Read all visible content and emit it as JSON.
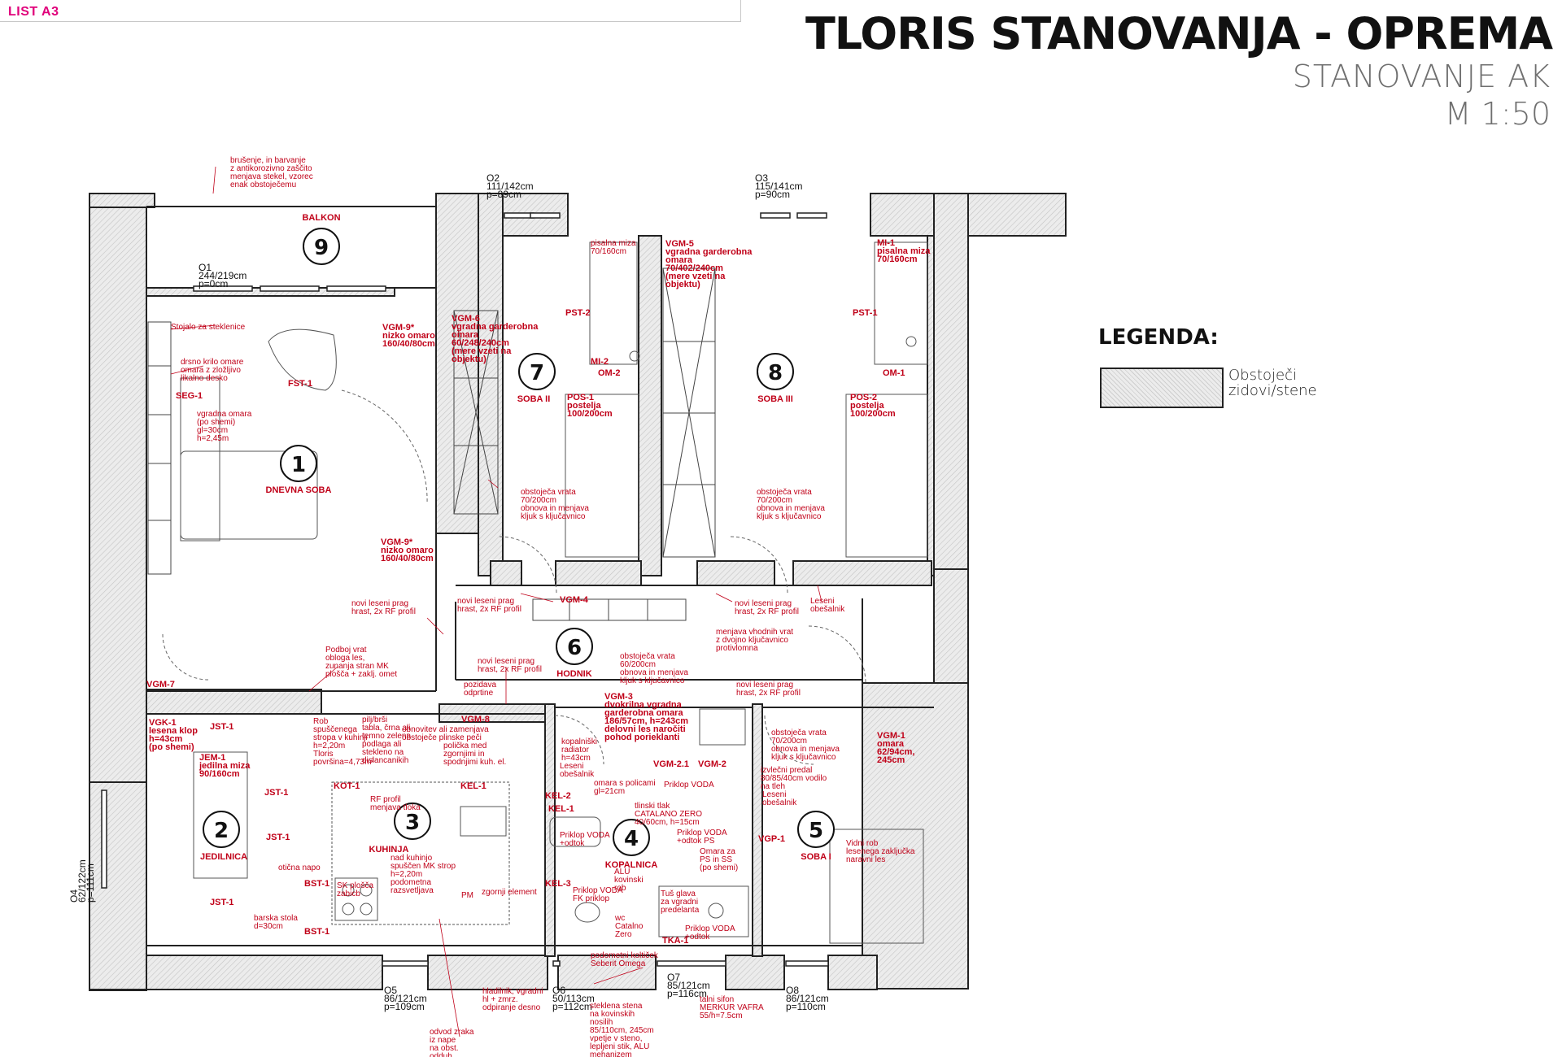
{
  "sheet": {
    "tag": "LIST A3",
    "title": "TLORIS STANOVANJA - OPREMA",
    "subtitle": "STANOVANJE AK",
    "scale": "M 1:50"
  },
  "legend": {
    "title": "LEGENDA:",
    "items": [
      {
        "label": "Obstoječi zidovi/stene"
      }
    ]
  },
  "rooms": [
    {
      "number": "9",
      "name": "BALKON"
    },
    {
      "number": "1",
      "name": "DNEVNA SOBA"
    },
    {
      "number": "7",
      "name": "SOBA II"
    },
    {
      "number": "8",
      "name": "SOBA III"
    },
    {
      "number": "6",
      "name": "HODNIK"
    },
    {
      "number": "2",
      "name": "JEDILNICA"
    },
    {
      "number": "3",
      "name": "KUHINJA"
    },
    {
      "number": "4",
      "name": "KOPALNICA"
    },
    {
      "number": "5",
      "name": "SOBA I"
    }
  ],
  "windows": [
    {
      "id": "O1",
      "lines": [
        "O1",
        "244/219cm",
        "p=0cm"
      ]
    },
    {
      "id": "O2",
      "lines": [
        "O2",
        "111/142cm",
        "p=89cm"
      ]
    },
    {
      "id": "O3",
      "lines": [
        "O3",
        "115/141cm",
        "p=90cm"
      ]
    },
    {
      "id": "O4",
      "lines": [
        "O4",
        "62/122cm",
        "p=111cm"
      ]
    },
    {
      "id": "O5",
      "lines": [
        "O5",
        "86/121cm",
        "p=109cm"
      ]
    },
    {
      "id": "O6",
      "lines": [
        "O6",
        "50/113cm",
        "p=112cm"
      ]
    },
    {
      "id": "O7",
      "lines": [
        "O7",
        "85/121cm",
        "p=116cm"
      ]
    },
    {
      "id": "O8",
      "lines": [
        "O8",
        "86/121cm",
        "p=110cm"
      ]
    }
  ],
  "notes": {
    "balkon": [
      "brušenje, in barvanje",
      "z antikorozivno zaščito",
      "menjava stekel, vzorec",
      "enak obstoječemu"
    ],
    "stojalo": [
      "Stojalo za steklenice"
    ],
    "vgm9a": [
      "VGM-9*",
      "nizko omaro",
      "160/40/80cm"
    ],
    "drsno": [
      "drsno krilo omare",
      "omara z zložljivo",
      "likalno desko"
    ],
    "fst1": [
      "FST-1"
    ],
    "seg1": [
      "SEG-1"
    ],
    "vgradna": [
      "vgradna omara",
      "(po shemi)",
      "gl=30cm",
      "h=2,45m"
    ],
    "vgm9b": [
      "VGM-9*",
      "nizko omaro",
      "160/40/80cm"
    ],
    "novi1": [
      "novi leseni prag",
      "hrast, 2x RF profil"
    ],
    "podboj": [
      "Podboj vrat",
      "obloga les,",
      "zunanja stran MK",
      "plošča + zaklj. omet"
    ],
    "vgm7": [
      "VGM-7"
    ],
    "vgm6": [
      "VGM-6",
      "vgradna garderobna",
      "omara",
      "60/248/240cm",
      "(mere vzeti na",
      "objektu)"
    ],
    "pisalna1": [
      "pisalna miza",
      "70/160cm"
    ],
    "pst2": [
      "PST-2"
    ],
    "mi2": [
      "MI-2"
    ],
    "om2": [
      "OM-2"
    ],
    "pos1": [
      "POS-1",
      "postelja",
      "100/200cm"
    ],
    "vrata1": [
      "obstoječa vrata",
      "70/200cm",
      "obnova in menjava",
      "kljuk s ključavnico"
    ],
    "vgm5": [
      "VGM-5",
      "vgradna garderobna",
      "omara",
      "70/402/240cm",
      "(mere vzeti na",
      "objektu)"
    ],
    "mi1": [
      "MI-1",
      "pisalna miza",
      "70/160cm"
    ],
    "pst1": [
      "PST-1"
    ],
    "om1": [
      "OM-1"
    ],
    "pos2": [
      "POS-2",
      "postelja",
      "100/200cm"
    ],
    "vrata2": [
      "obstoječa vrata",
      "70/200cm",
      "obnova in menjava",
      "kljuk s ključavnico"
    ],
    "novi2": [
      "novi leseni prag",
      "hrast, 2x RF profil"
    ],
    "vgm4": [
      "VGM-4"
    ],
    "novi3": [
      "novi leseni prag",
      "hrast, 2x RF profil"
    ],
    "obesalnik1": [
      "Leseni",
      "obešalnik"
    ],
    "vhodna": [
      "menjava vhodnih vrat",
      "z dvojno ključavnico",
      "protivlomna"
    ],
    "vrata3": [
      "obstoječa vrata",
      "60/200cm",
      "obnova in menjava",
      "kljuk s ključavnico"
    ],
    "novi4": [
      "novi leseni prag",
      "hrast, 2x RF profil"
    ],
    "pozidava": [
      "pozidava",
      "odprtine"
    ],
    "vgm3": [
      "VGM-3",
      "dvokrilna vgradna",
      "garderobna omara",
      "186/57cm, h=243cm",
      "delovni les naročiti",
      "pohod porieklanti"
    ],
    "novi5": [
      "novi leseni prag",
      "hrast, 2x RF profil"
    ],
    "vrata4": [
      "obstoječa vrata",
      "70/200cm",
      "obnova in menjava",
      "kljuk s ključavnico"
    ],
    "vgm1": [
      "VGM-1",
      "omara",
      "62/94cm,",
      "245cm"
    ],
    "vgk1": [
      "VGK-1",
      "lesena klop",
      "h=43cm",
      "(po shemi)"
    ],
    "jst1a": [
      "JST-1"
    ],
    "jem1": [
      "JEM-1",
      "jedilna miza",
      "90/160cm"
    ],
    "jst1b": [
      "JST-1"
    ],
    "jst1c": [
      "JST-1"
    ],
    "jst1d": [
      "JST-1"
    ],
    "ticna": [
      "otična napo"
    ],
    "bst1a": [
      "BST-1"
    ],
    "bst1b": [
      "BST-1"
    ],
    "barska": [
      "barska stola",
      "d=30cm"
    ],
    "rob": [
      "Rob",
      "spuščenega",
      "stropa v kuhinji",
      "h=2,20m",
      "Tloris",
      "površina=4,73m²"
    ],
    "pilj": [
      "pilj/brši",
      "tabla, črna ali",
      "temno zelena",
      "podlaga ali",
      "stekleno na",
      "dislancanikih"
    ],
    "obnovitev": [
      "obnovitev ali zamenjava",
      "obstoječe plinske peči"
    ],
    "vgm8": [
      "VGM-8"
    ],
    "rf": [
      "RF profil",
      "menjava tloka"
    ],
    "polica": [
      "polička med",
      "zgornjimi in",
      "spodnjimi kuh. el."
    ],
    "kel1": [
      "KEL-1"
    ],
    "kot1": [
      "KOT-1"
    ],
    "kuhinja": [
      "nad kuhinjo",
      "spuščen MK strop",
      "h=2,20m",
      "podometna",
      "razsvetljava"
    ],
    "sk": [
      "SK plošča",
      "zabicb"
    ],
    "zgornji": [
      "zgornji element"
    ],
    "pm": [
      "PM"
    ],
    "kopalniski": [
      "kopalniški",
      "radiator",
      "h=43cm"
    ],
    "obesalnik2": [
      "Leseni",
      "obešalnik"
    ],
    "omara": [
      "omara s policami",
      "gl=21cm"
    ],
    "vgm21": [
      "VGM-2.1"
    ],
    "vgm2": [
      "VGM-2"
    ],
    "prikljvoda1": [
      "Priklop VODA"
    ],
    "kel2": [
      "KEL-2"
    ],
    "tlak": [
      "tlinski tlak",
      "CATALANO ZERO",
      "40/60cm, h=15cm"
    ],
    "kel1b": [
      "KEL-1"
    ],
    "prikljvoda2": [
      "Priklop VODA",
      "+odtok"
    ],
    "prikljvoda3": [
      "Priklop VODA",
      "+odtok PS"
    ],
    "omarazo": [
      "Omara za",
      "PS in SS",
      "(po shemi)"
    ],
    "alu": [
      "ALU",
      "kovinski",
      "rob"
    ],
    "kel3": [
      "KEL-3"
    ],
    "prikljfk": [
      "Priklop VODA",
      "FK priklop"
    ],
    "tus": [
      "Tuš glava",
      "za vgradni",
      "predelanta"
    ],
    "wc": [
      "wc",
      "Catalno",
      "Zero"
    ],
    "prikljvoda4": [
      "Priklop VODA",
      "+odtok"
    ],
    "tka1": [
      "TKA-1"
    ],
    "podometni": [
      "podometni koltiček",
      "Seberit Omega"
    ],
    "izvlecni": [
      "izvlečni predal",
      "80/85/40cm vodilo",
      "na tleh"
    ],
    "obesalnik3": [
      "Leseni",
      "obešalnik"
    ],
    "vgp1": [
      "VGP-1"
    ],
    "vidni": [
      "Vidni rob",
      "lesenega zaključka",
      "naravni les"
    ],
    "hladilnik": [
      "hladilnik, vgradni",
      "hl + zmrz.",
      "odpiranje desno"
    ],
    "odvod": [
      "odvod zraka",
      "iz nape",
      "na obst.",
      "odduh"
    ],
    "steklena": [
      "steklena stena",
      "na kovinskih",
      "nosilih",
      "85/110cm, 245cm",
      "vpetje v steno,",
      "lepljeni stik, ALU",
      "mehanizem"
    ],
    "talni": [
      "talni sifon",
      "MERKUR VAFRA",
      "55/h=7.5cm"
    ]
  },
  "colors": {
    "annotation": "#c00018",
    "wall": "#222222",
    "sheet_tag": "#e0007a"
  }
}
